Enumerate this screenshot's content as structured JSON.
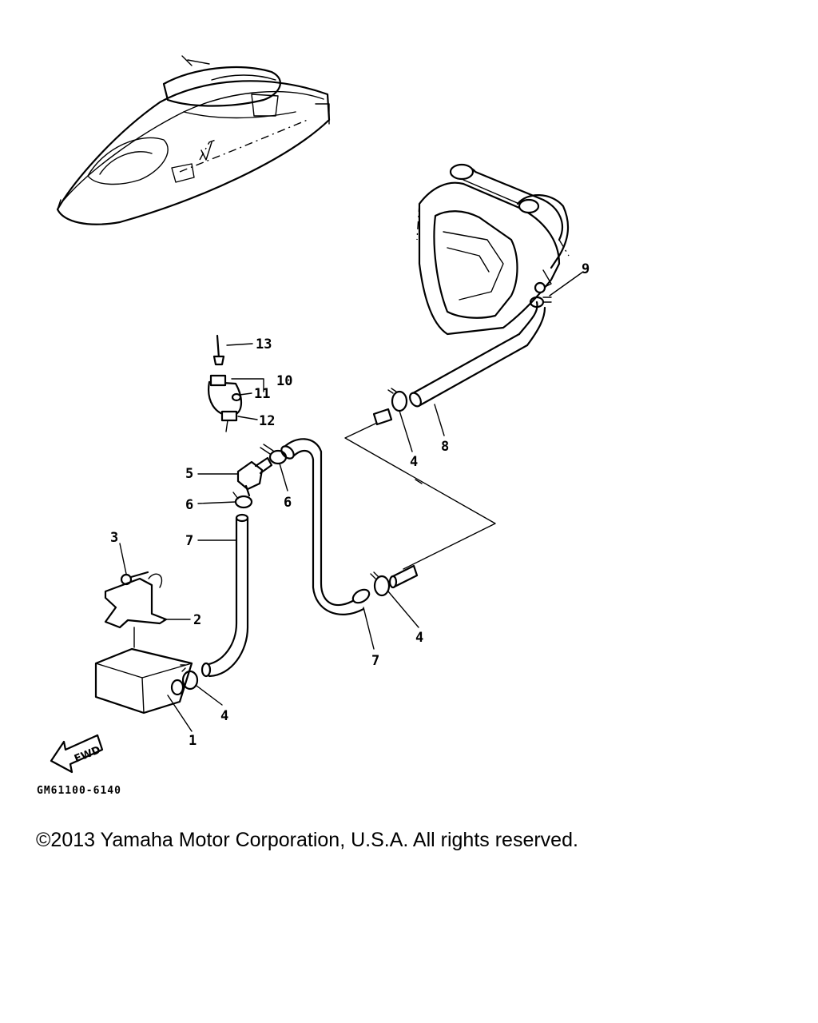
{
  "diagram": {
    "callouts": {
      "c1": "1",
      "c2": "2",
      "c3": "3",
      "c4a": "4",
      "c4b": "4",
      "c4c": "4",
      "c5": "5",
      "c6a": "6",
      "c6b": "6",
      "c7a": "7",
      "c7b": "7",
      "c8": "8",
      "c9": "9",
      "c10": "10",
      "c11": "11",
      "c12": "12",
      "c13": "13"
    },
    "fwd_label": "FWD",
    "drawing_code": "GM61100-6140"
  },
  "footer": {
    "copyright": "©2013 Yamaha Motor Corporation, U.S.A. All rights reserved."
  },
  "icons": [
    "watercraft-outline",
    "jet-pump-housing",
    "fwd-arrow"
  ]
}
